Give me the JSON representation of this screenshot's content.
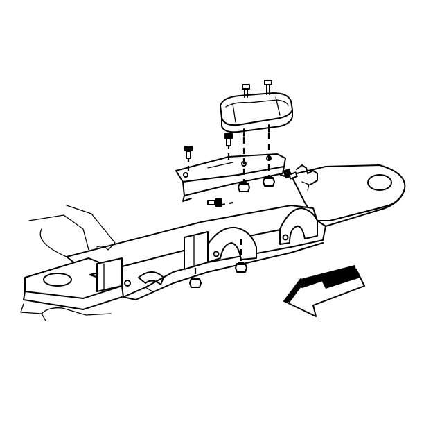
{
  "diagram": {
    "parts": [
      {
        "id": "engine-mount",
        "icon": "engine-mount-icon"
      },
      {
        "id": "mount-bracket",
        "icon": "bracket-icon"
      },
      {
        "id": "frame-crossmember",
        "icon": "crossmember-icon"
      },
      {
        "id": "bolts",
        "icon": "bolt-icon"
      },
      {
        "id": "nuts",
        "icon": "nut-icon"
      },
      {
        "id": "direction-arrow",
        "icon": "arrow-icon"
      }
    ],
    "colors": {
      "line": "#000000",
      "background": "#ffffff"
    }
  }
}
